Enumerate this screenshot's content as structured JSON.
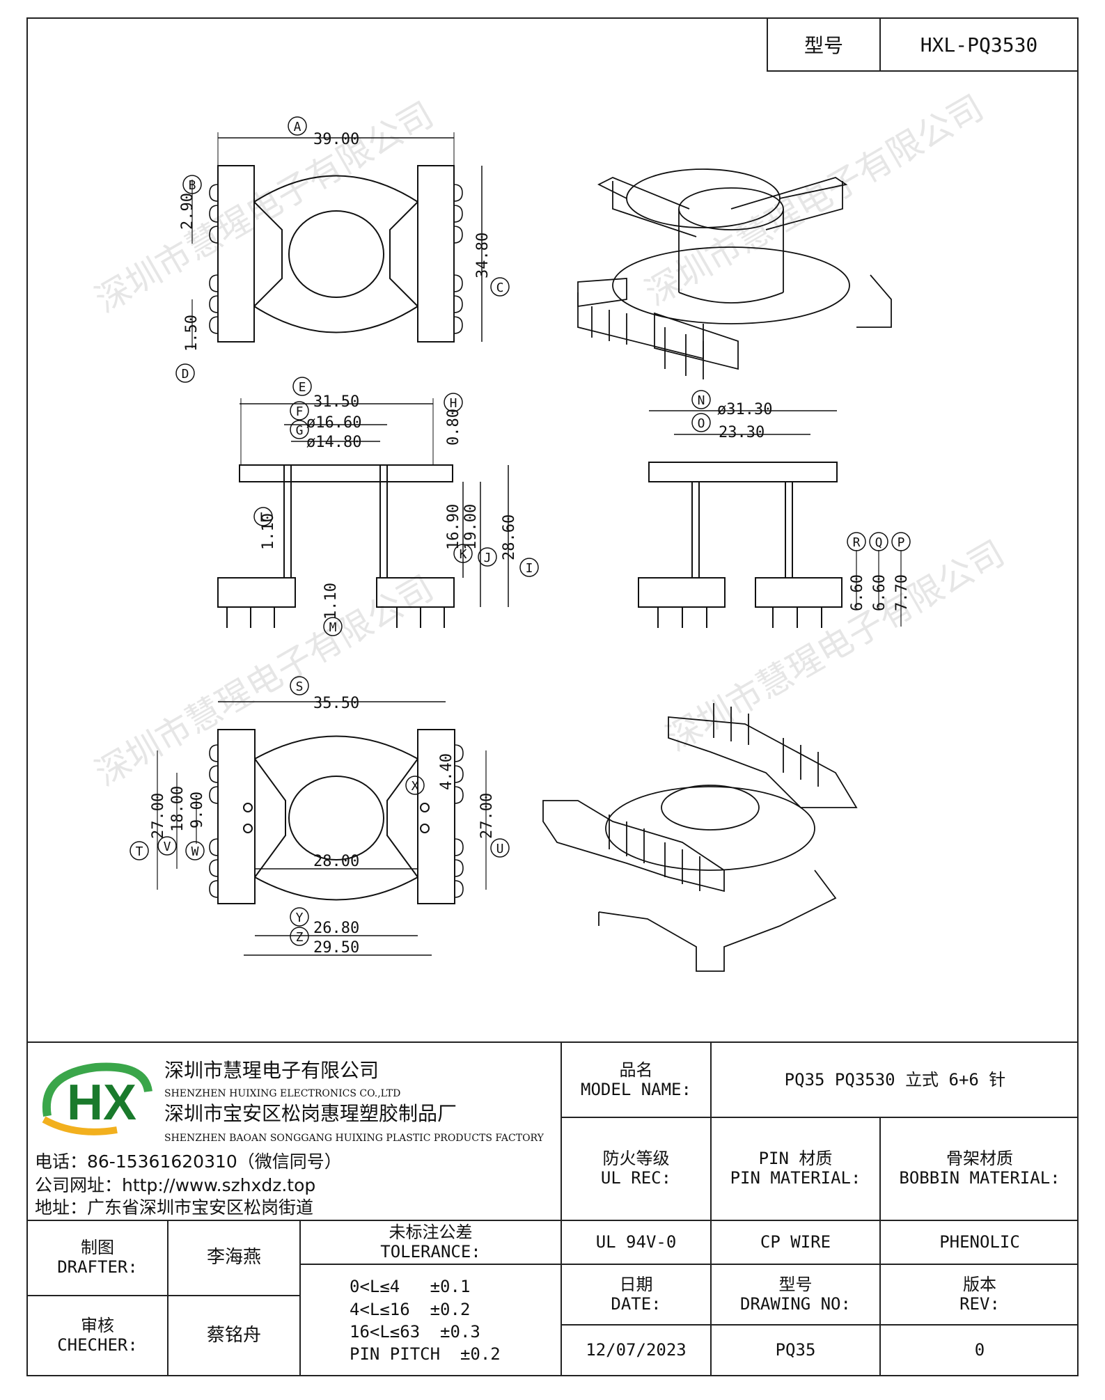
{
  "header": {
    "model_label": "型号",
    "model_value": "HXL-PQ3530"
  },
  "dimensions": {
    "A": "39.00",
    "B": "2.90",
    "C": "34.80",
    "D": "1.50",
    "E": "31.50",
    "F": "ø16.60",
    "G": "ø14.80",
    "H": "0.80",
    "K": "16.90",
    "J": "19.00",
    "I": "28.60",
    "L": "1.10",
    "M": "1.10",
    "N": "ø31.30",
    "O": "23.30",
    "R": "6.60",
    "Q": "6.60",
    "P": "7.70",
    "S": "35.50",
    "T": "27.00",
    "V": "18.00",
    "W": "9.00",
    "X": "4.40",
    "U": "27.00",
    "mid": "28.00",
    "Y": "26.80",
    "Z": "29.50"
  },
  "letters": [
    "A",
    "B",
    "C",
    "D",
    "E",
    "F",
    "G",
    "H",
    "I",
    "J",
    "K",
    "L",
    "M",
    "N",
    "O",
    "P",
    "Q",
    "R",
    "S",
    "T",
    "U",
    "V",
    "W",
    "X",
    "Y",
    "Z"
  ],
  "watermark": "深圳市慧瑆电子有限公司",
  "company": {
    "name_cn": "深圳市慧瑆电子有限公司",
    "name_en": "SHENZHEN HUIXING ELECTRONICS CO.,LTD",
    "factory_cn": "深圳市宝安区松岗惠瑆塑胶制品厂",
    "factory_en": "SHENZHEN BAOAN SONGGANG HUIXING PLASTIC PRODUCTS FACTORY",
    "phone": "电话：86-15361620310（微信同号）",
    "website": "公司网址：http://www.szhxdz.top",
    "address": "地址：广东省深圳市宝安区松岗街道",
    "logo_text": "HX"
  },
  "title_block": {
    "model_name_cn": "品名",
    "model_name_en": "MODEL NAME:",
    "model_name_value": "PQ35 PQ3530 立式 6+6 针",
    "ul_rec_cn": "防火等级",
    "ul_rec_en": "UL REC:",
    "pin_mat_cn": "PIN 材质",
    "pin_mat_en": "PIN MATERIAL:",
    "bobbin_mat_cn": "骨架材质",
    "bobbin_mat_en": "BOBBIN MATERIAL:",
    "ul_value": "UL 94V-0",
    "pin_value": "CP WIRE",
    "bobbin_value": "PHENOLIC",
    "drafter_cn": "制图",
    "drafter_en": "DRAFTER:",
    "drafter_name": "李海燕",
    "checker_cn": "审核",
    "checker_en": "CHECHER:",
    "checker_name": "蔡铭舟",
    "tolerance_cn": "未标注公差",
    "tolerance_en": "TOLERANCE:",
    "tolerances": [
      "0<L≤4   ±0.1",
      "4<L≤16  ±0.2",
      "16<L≤63  ±0.3",
      "PIN PITCH  ±0.2"
    ],
    "date_cn": "日期",
    "date_en": "DATE:",
    "date_value": "12/07/2023",
    "drawing_no_cn": "型号",
    "drawing_no_en": "DRAWING NO:",
    "drawing_no_value": "PQ35",
    "rev_cn": "版本",
    "rev_en": "REV:",
    "rev_value": "0"
  }
}
